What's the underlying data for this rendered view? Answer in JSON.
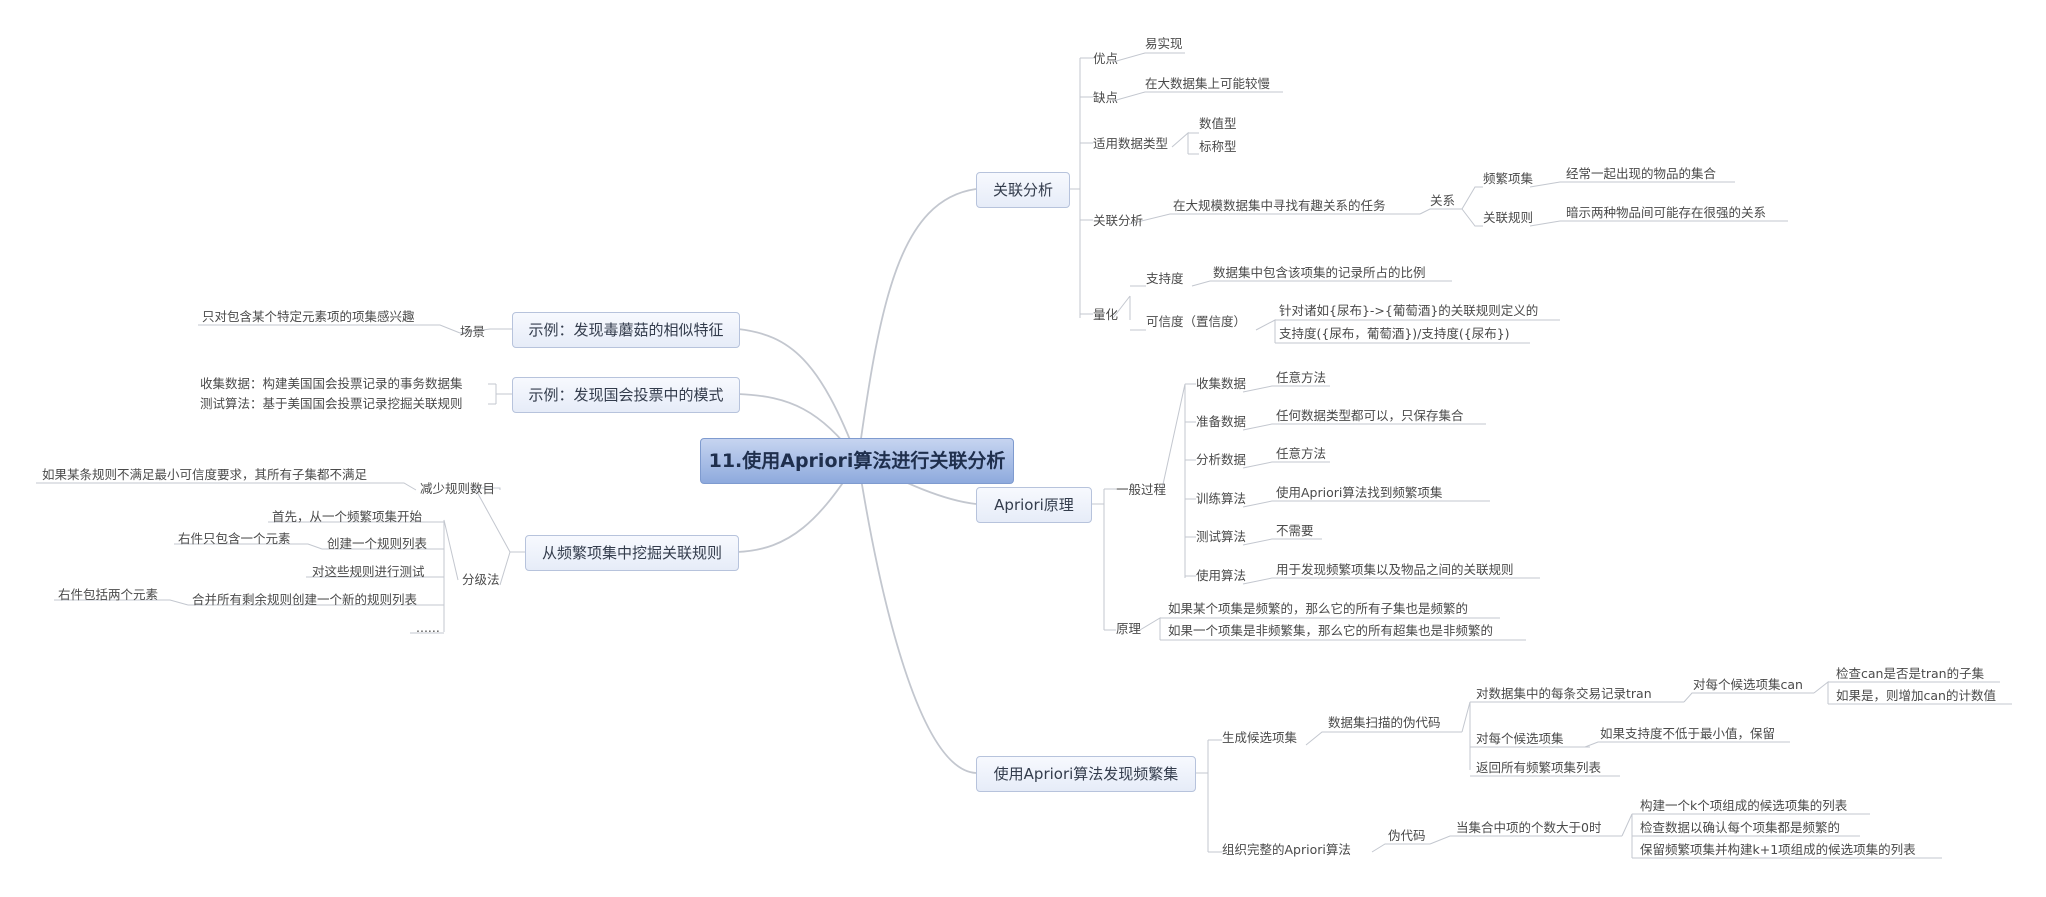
{
  "root": {
    "label": "11.使用Apriori算法进行关联分析"
  },
  "branches": {
    "association": {
      "label": "关联分析",
      "advantages": {
        "label": "优点",
        "items": [
          "易实现"
        ]
      },
      "disadvantages": {
        "label": "缺点",
        "items": [
          "在大数据集上可能较慢"
        ]
      },
      "data_types": {
        "label": "适用数据类型",
        "items": [
          "数值型",
          "标称型"
        ]
      },
      "analysis": {
        "label": "关联分析",
        "task": "在大规模数据集中寻找有趣关系的任务",
        "relation": "关系",
        "frequent_label": "频繁项集",
        "frequent_desc": "经常一起出现的物品的集合",
        "rule_label": "关联规则",
        "rule_desc": "暗示两种物品间可能存在很强的关系"
      },
      "quantify": {
        "label": "量化",
        "support_label": "支持度",
        "support_desc": "数据集中包含该项集的记录所占的比例",
        "confidence_label": "可信度（置信度）",
        "confidence_items": [
          "针对诸如{尿布}->{葡萄酒}的关联规则定义的",
          "支持度({尿布，葡萄酒})/支持度({尿布})"
        ]
      }
    },
    "apriori_principle": {
      "label": "Apriori原理",
      "general_process": {
        "label": "一般过程",
        "steps": [
          {
            "label": "收集数据",
            "desc": "任意方法"
          },
          {
            "label": "准备数据",
            "desc": "任何数据类型都可以，只保存集合"
          },
          {
            "label": "分析数据",
            "desc": "任意方法"
          },
          {
            "label": "训练算法",
            "desc": "使用Apriori算法找到频繁项集"
          },
          {
            "label": "测试算法",
            "desc": "不需要"
          },
          {
            "label": "使用算法",
            "desc": "用于发现频繁项集以及物品之间的关联规则"
          }
        ]
      },
      "principle": {
        "label": "原理",
        "items": [
          "如果某个项集是频繁的，那么它的所有子集也是频繁的",
          "如果一个项集是非频繁集，那么它的所有超集也是非频繁的"
        ]
      }
    },
    "find_frequent": {
      "label": "使用Apriori算法发现频繁集",
      "generate": {
        "label": "生成候选项集",
        "pseudo": "数据集扫描的伪代码",
        "per_record": "对数据集中的每条交易记录tran",
        "per_candidate_can": "对每个候选项集can",
        "check_subset": "检查can是否是tran的子集",
        "if_yes": "如果是，则增加can的计数值",
        "per_candidate": "对每个候选项集",
        "keep": "如果支持度不低于最小值，保留",
        "return": "返回所有频繁项集列表"
      },
      "full": {
        "label": "组织完整的Apriori算法",
        "pseudo": "伪代码",
        "while": "当集合中项的个数大于0时",
        "steps": [
          "构建一个k个项组成的候选项集的列表",
          "检查数据以确认每个项集都是频繁的",
          "保留频繁项集并构建k+1项组成的候选项集的列表"
        ]
      }
    },
    "mushroom": {
      "label": "示例：发现毒蘑菇的相似特征",
      "scene_label": "场景",
      "scene_desc": "只对包含某个特定元素项的项集感兴趣"
    },
    "vote": {
      "label": "示例：发现国会投票中的模式",
      "items": [
        "收集数据：构建美国国会投票记录的事务数据集",
        "测试算法：基于美国国会投票记录挖掘关联规则"
      ]
    },
    "mine_rules": {
      "label": "从频繁项集中挖掘关联规则",
      "reduce_label": "减少规则数目",
      "reduce_desc": "如果某条规则不满足最小可信度要求，其所有子集都不满足",
      "split_label": "分级法",
      "split_items": [
        "首先，从一个频繁项集开始",
        "创建一个规则列表",
        "对这些规则进行测试",
        "合并所有剩余规则创建一个新的规则列表",
        "......"
      ],
      "right_one": "右件只包含一个元素",
      "right_two": "右件包括两个元素"
    }
  }
}
